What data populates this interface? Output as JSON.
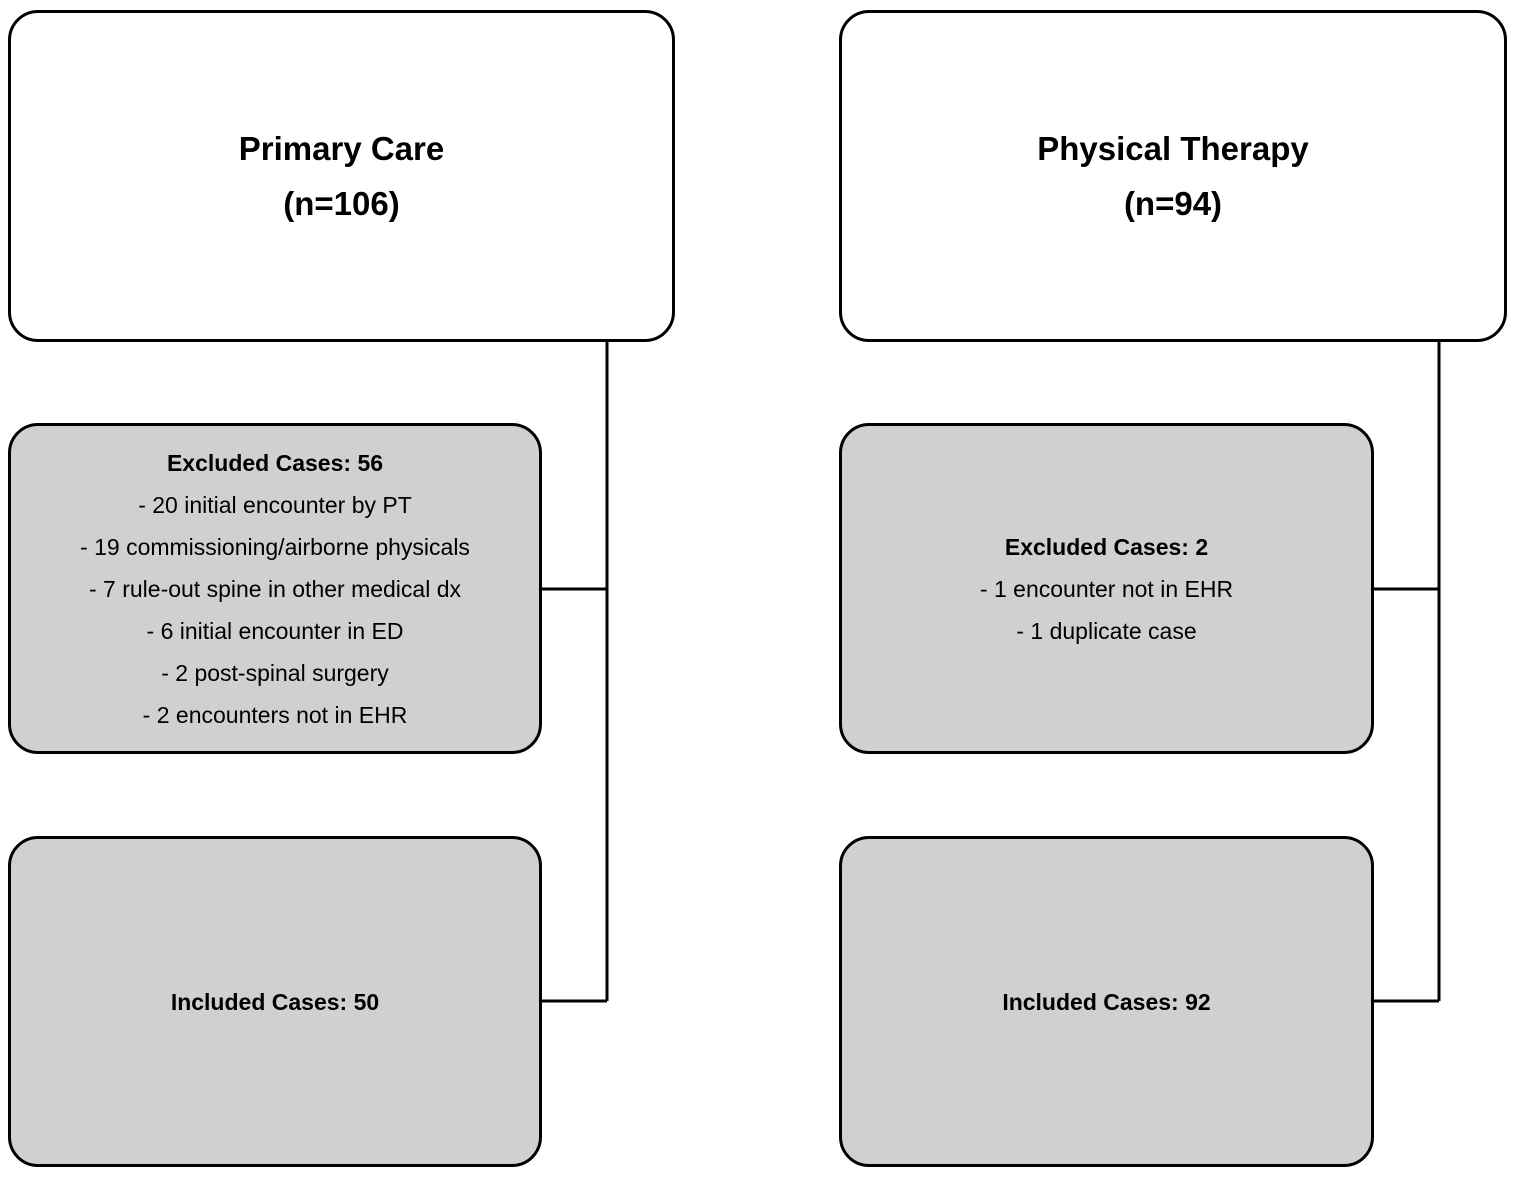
{
  "primary_care": {
    "title": "Primary Care",
    "count": "(n=106)",
    "excluded": {
      "title": "Excluded Cases: 56",
      "items": [
        "- 20 initial encounter by PT",
        "- 19 commissioning/airborne physicals",
        "- 7 rule-out spine in other medical dx",
        "- 6 initial encounter in ED",
        "- 2 post-spinal surgery",
        "- 2 encounters not in EHR"
      ]
    },
    "included": "Included Cases: 50"
  },
  "physical_therapy": {
    "title": "Physical Therapy",
    "count": "(n=94)",
    "excluded": {
      "title": "Excluded Cases: 2",
      "items": [
        "- 1 encounter not in EHR",
        "- 1 duplicate case"
      ]
    },
    "included": "Included Cases: 92"
  },
  "colors": {
    "box_fill_top": "#ffffff",
    "box_fill_gray": "#d0d0d0",
    "stroke": "#000000"
  }
}
